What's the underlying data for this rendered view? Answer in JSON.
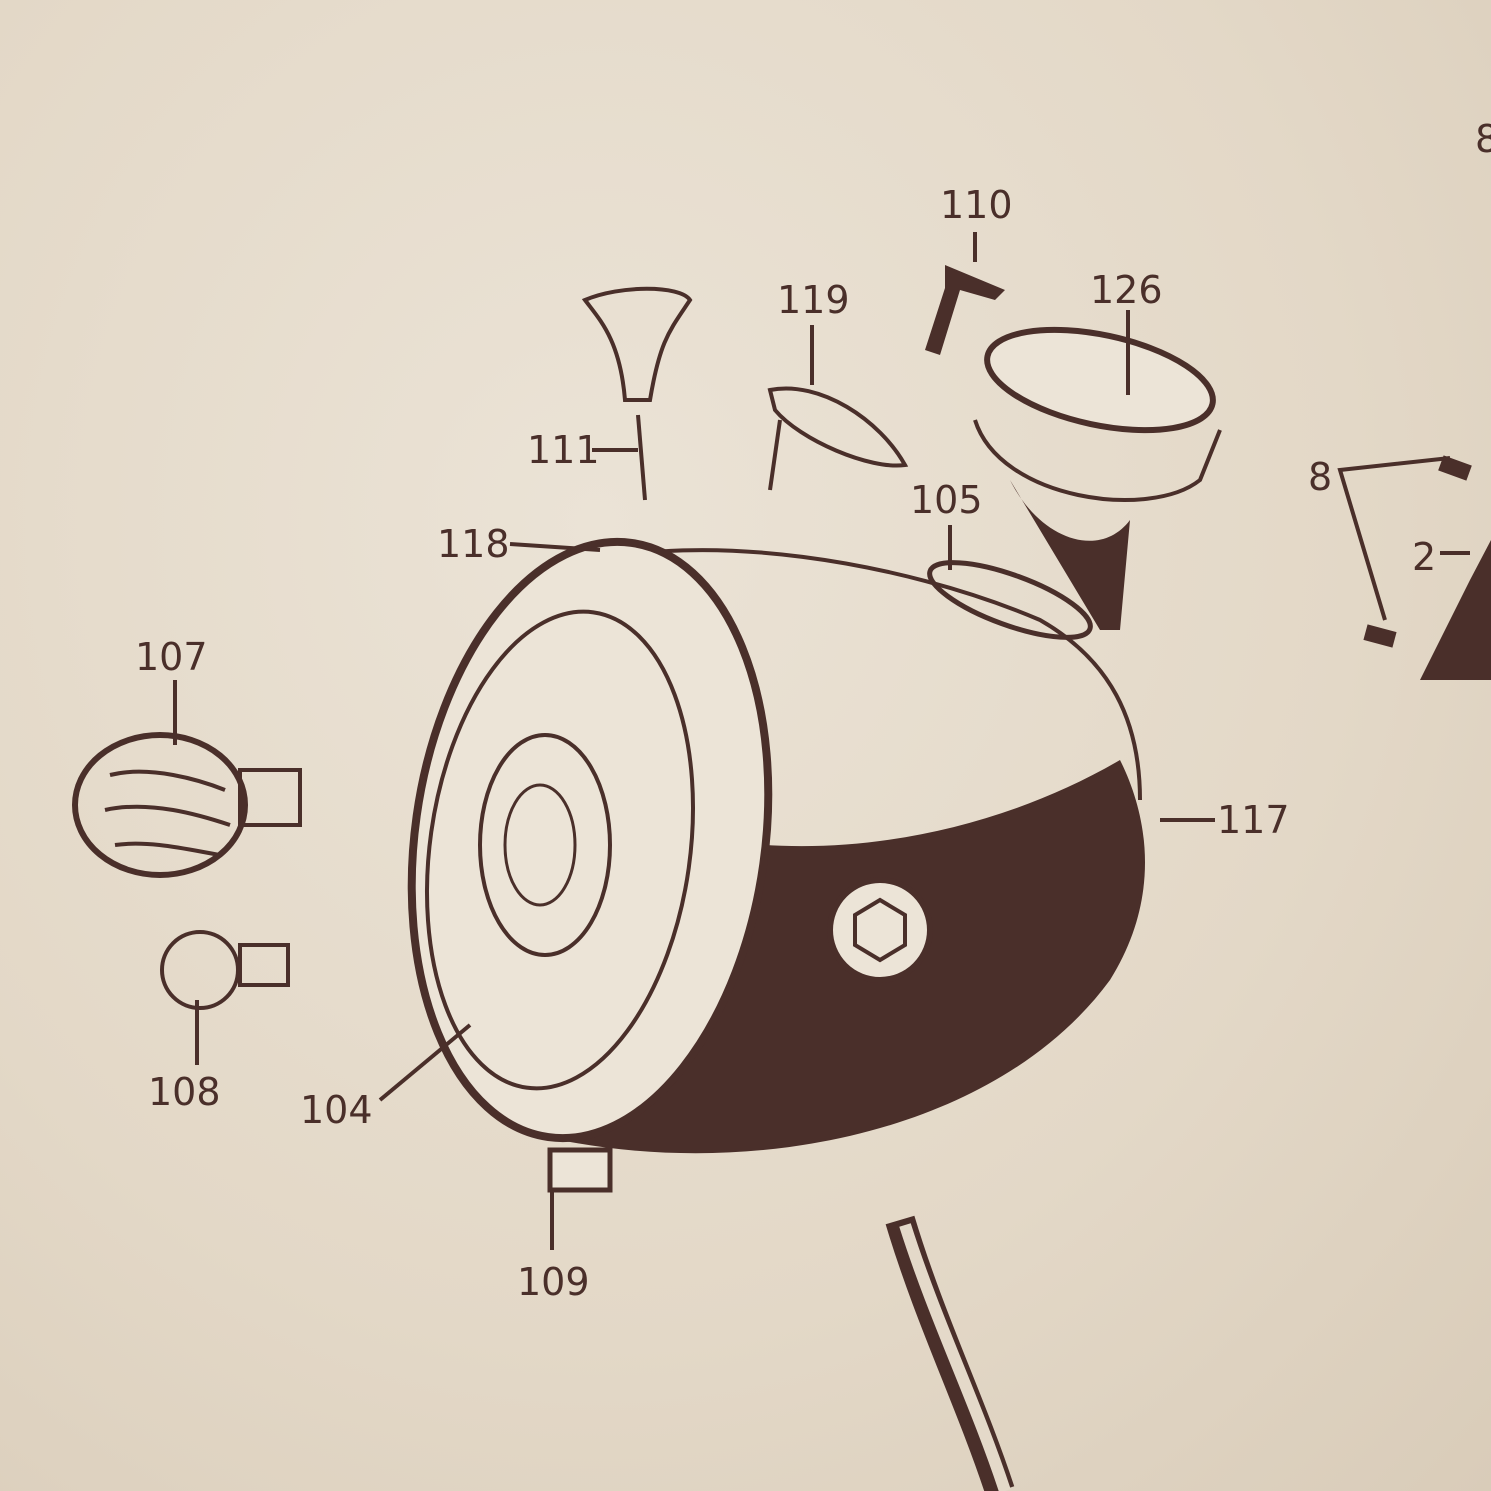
{
  "title": "Headlamp assembly exploded parts diagram",
  "labels": {
    "p110": "110",
    "p119": "119",
    "p126": "126",
    "p111": "111",
    "p118": "118",
    "p105": "105",
    "p107": "107",
    "p117": "117",
    "p108": "108",
    "p104": "104",
    "p109": "109",
    "p8a": "8",
    "p8b": "8",
    "p2": "2"
  },
  "colors": {
    "paper": "#e4d9c9",
    "ink": "#4a2f2a"
  }
}
